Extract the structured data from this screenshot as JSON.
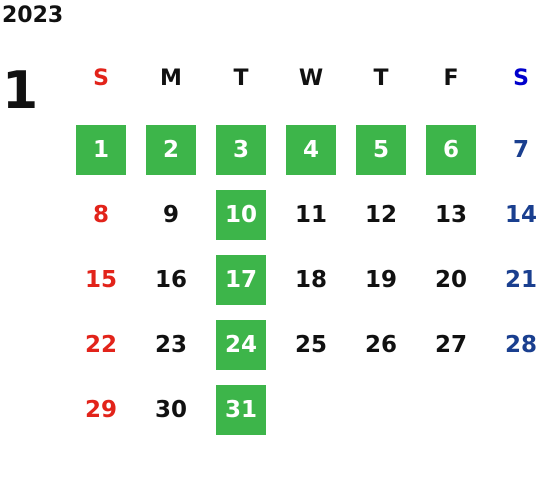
{
  "calendar": {
    "year": "2023",
    "month": "1",
    "weekdays": [
      "S",
      "M",
      "T",
      "W",
      "T",
      "F",
      "S"
    ],
    "weeks": [
      [
        "",
        "",
        "",
        "",
        "",
        "",
        ""
      ],
      [
        "8",
        "9",
        "10",
        "11",
        "12",
        "13",
        "14"
      ],
      [
        "15",
        "16",
        "17",
        "18",
        "19",
        "20",
        "21"
      ],
      [
        "22",
        "23",
        "24",
        "25",
        "26",
        "27",
        "28"
      ],
      [
        "29",
        "30",
        "31",
        "",
        "",
        "",
        ""
      ]
    ],
    "first_week": [
      "1",
      "2",
      "3",
      "4",
      "5",
      "6",
      "7"
    ],
    "highlighted_days": [
      "1",
      "2",
      "3",
      "4",
      "5",
      "6",
      "10",
      "17",
      "24",
      "31"
    ]
  },
  "colors": {
    "highlight": "#3db54a",
    "sunday": "#e2231a",
    "saturday": "#1a3f8f",
    "saturday_header": "#0000cc",
    "weekday": "#111111"
  }
}
